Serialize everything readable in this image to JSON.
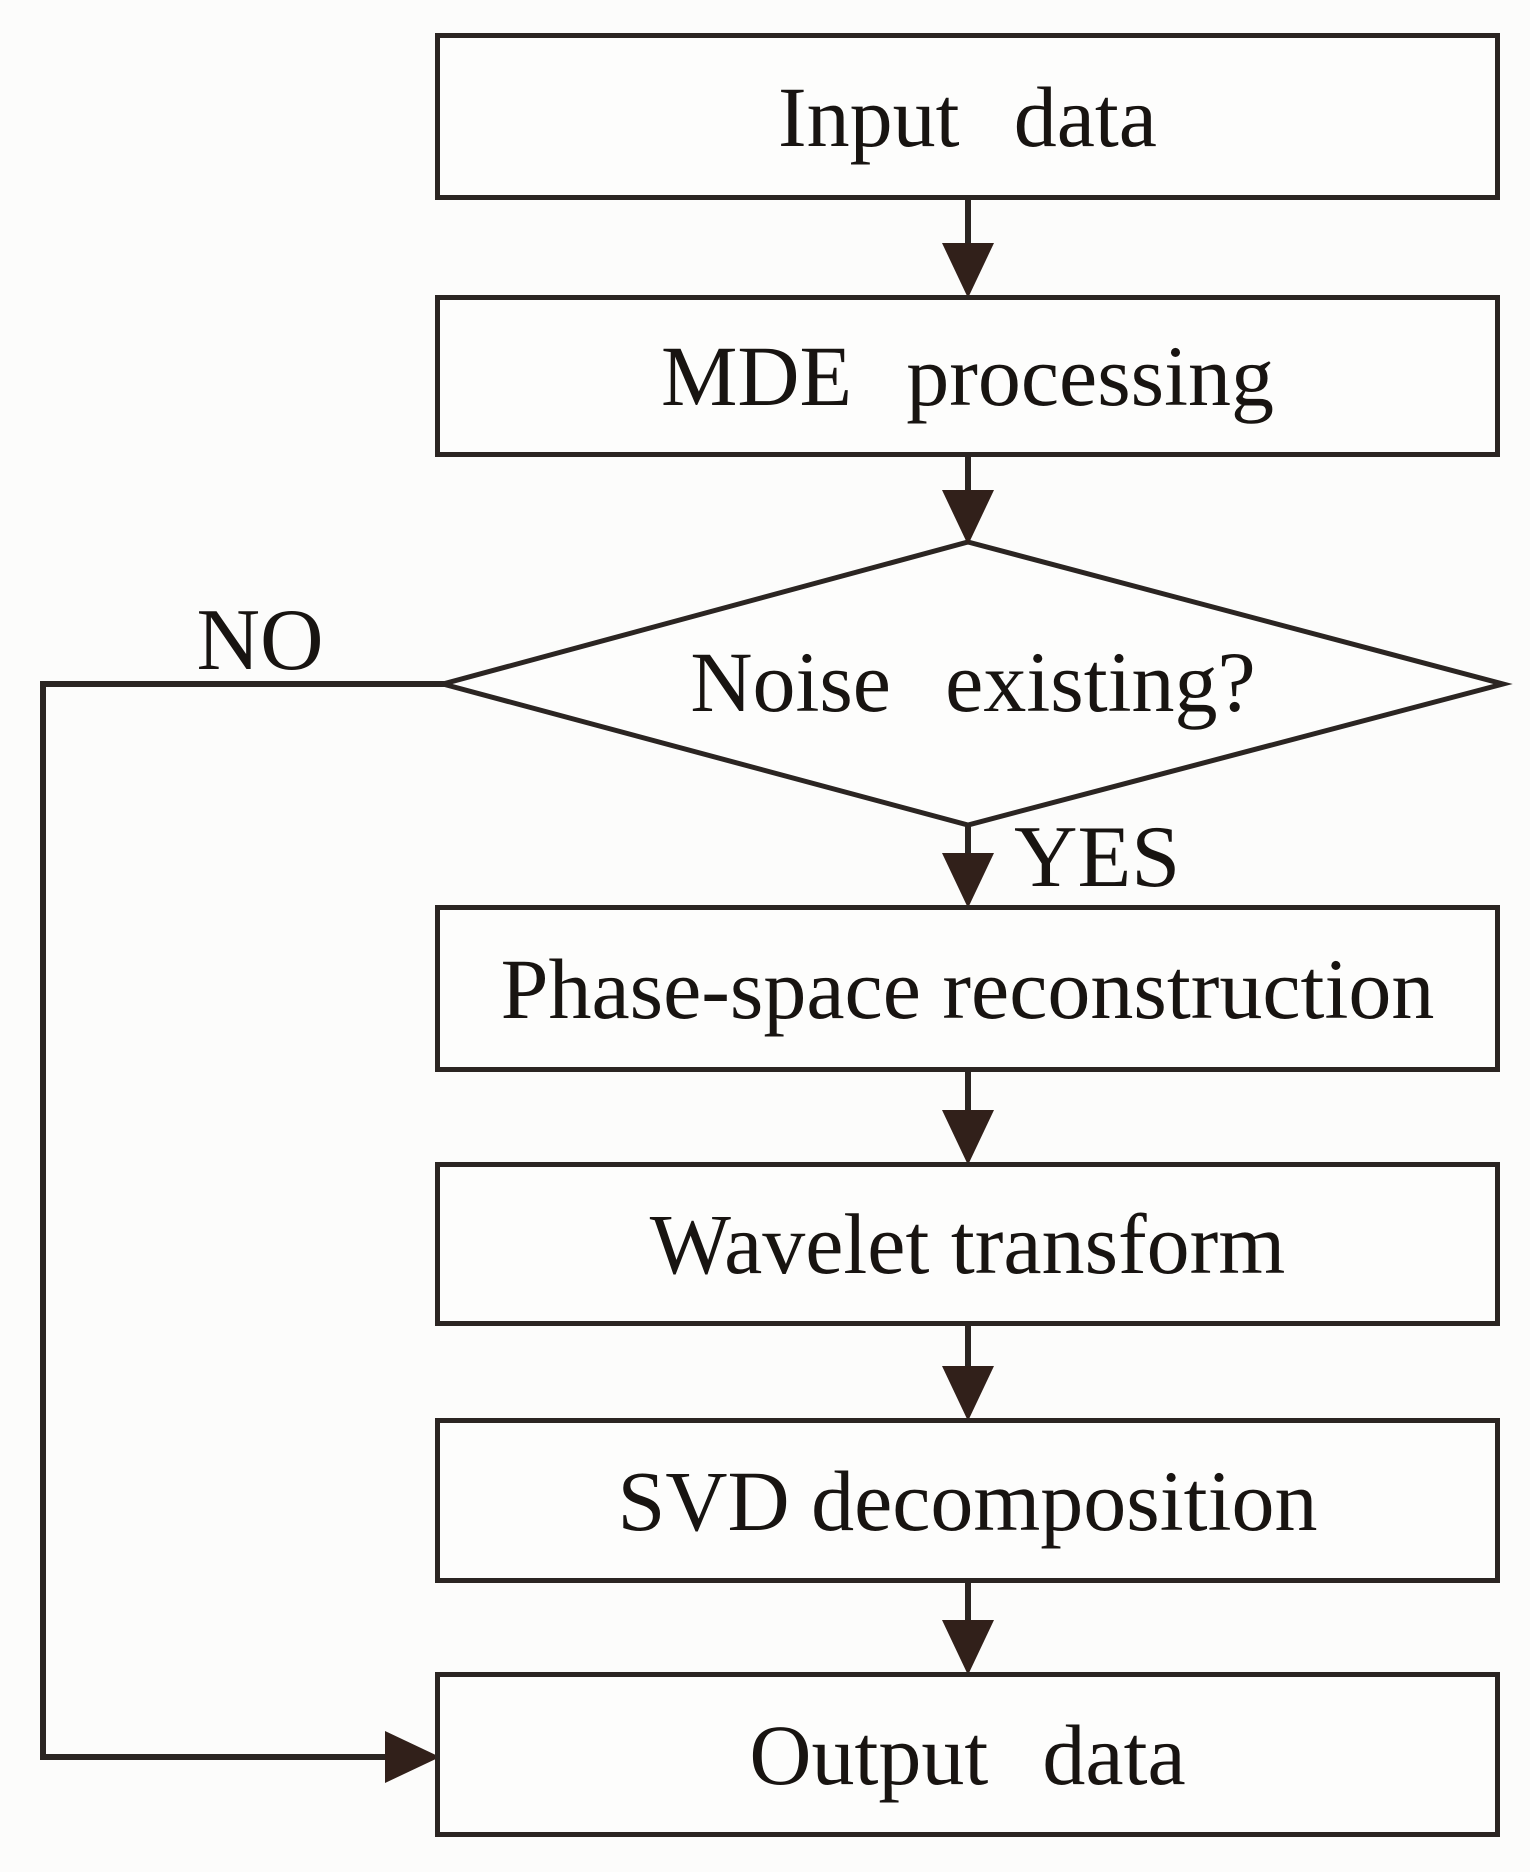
{
  "figure": {
    "type": "flowchart",
    "background": "#fcfcfb",
    "line_color": "#2b2522",
    "arrow_fill": "#31201a",
    "nodes": [
      {
        "id": "input",
        "type": "process",
        "label": "Input data"
      },
      {
        "id": "mde",
        "type": "process",
        "label": "MDE processing"
      },
      {
        "id": "noise",
        "type": "decision",
        "label": "Noise existing?"
      },
      {
        "id": "phase",
        "type": "process",
        "label": "Phase-space reconstruction"
      },
      {
        "id": "wavelet",
        "type": "process",
        "label": "Wavelet transform"
      },
      {
        "id": "svd",
        "type": "process",
        "label": "SVD decomposition"
      },
      {
        "id": "output",
        "type": "process",
        "label": "Output data"
      }
    ],
    "edges": [
      {
        "from": "input",
        "to": "mde",
        "label": ""
      },
      {
        "from": "mde",
        "to": "noise",
        "label": ""
      },
      {
        "from": "noise",
        "to": "phase",
        "label": "YES"
      },
      {
        "from": "phase",
        "to": "wavelet",
        "label": ""
      },
      {
        "from": "wavelet",
        "to": "svd",
        "label": ""
      },
      {
        "from": "svd",
        "to": "output",
        "label": ""
      },
      {
        "from": "noise",
        "to": "output",
        "label": "NO"
      }
    ]
  }
}
